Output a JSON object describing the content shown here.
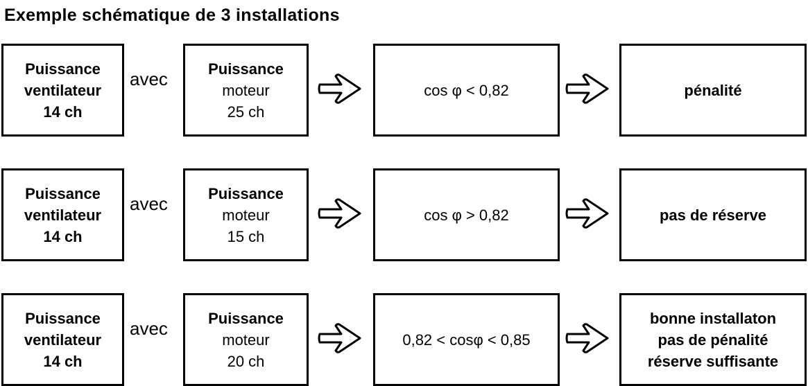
{
  "title": "Exemple schématique de 3 installations",
  "rows": [
    {
      "fan": [
        "Puissance",
        "ventilateur",
        "14 ch"
      ],
      "link": "avec",
      "motor": [
        "Puissance",
        "moteur",
        "25 ch"
      ],
      "condition": "cos φ < 0,82",
      "result": [
        "pénalité"
      ]
    },
    {
      "fan": [
        "Puissance",
        "ventilateur",
        "14 ch"
      ],
      "link": "avec",
      "motor": [
        "Puissance",
        "moteur",
        "15 ch"
      ],
      "condition": "cos φ > 0,82",
      "result": [
        "pas de réserve"
      ]
    },
    {
      "fan": [
        "Puissance",
        "ventilateur",
        "14 ch"
      ],
      "link": "avec",
      "motor": [
        "Puissance",
        "moteur",
        "20 ch"
      ],
      "condition": "0,82 < cosφ < 0,85",
      "result": [
        "bonne installaton",
        "pas de pénalité",
        "réserve suffisante"
      ]
    }
  ]
}
